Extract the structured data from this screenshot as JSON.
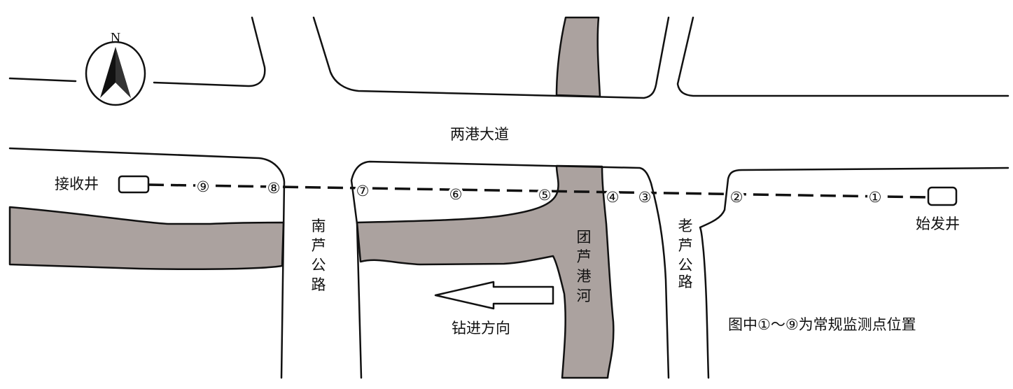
{
  "compass": {
    "label": "N"
  },
  "roads": {
    "main": "两港大道",
    "nanlu": [
      "南",
      "芦",
      "公",
      "路"
    ],
    "laolu": [
      "老",
      "芦",
      "公",
      "路"
    ]
  },
  "river": {
    "name": [
      "团",
      "芦",
      "港",
      "河"
    ]
  },
  "wells": {
    "receiving": "接收井",
    "starting": "始发井"
  },
  "direction": {
    "label": "钻进方向"
  },
  "points": [
    "①",
    "②",
    "③",
    "④",
    "⑤",
    "⑥",
    "⑦",
    "⑧",
    "⑨"
  ],
  "legend": "图中①～⑨为常规监测点位置",
  "colors": {
    "river": "#aba29f",
    "line": "#111111"
  }
}
